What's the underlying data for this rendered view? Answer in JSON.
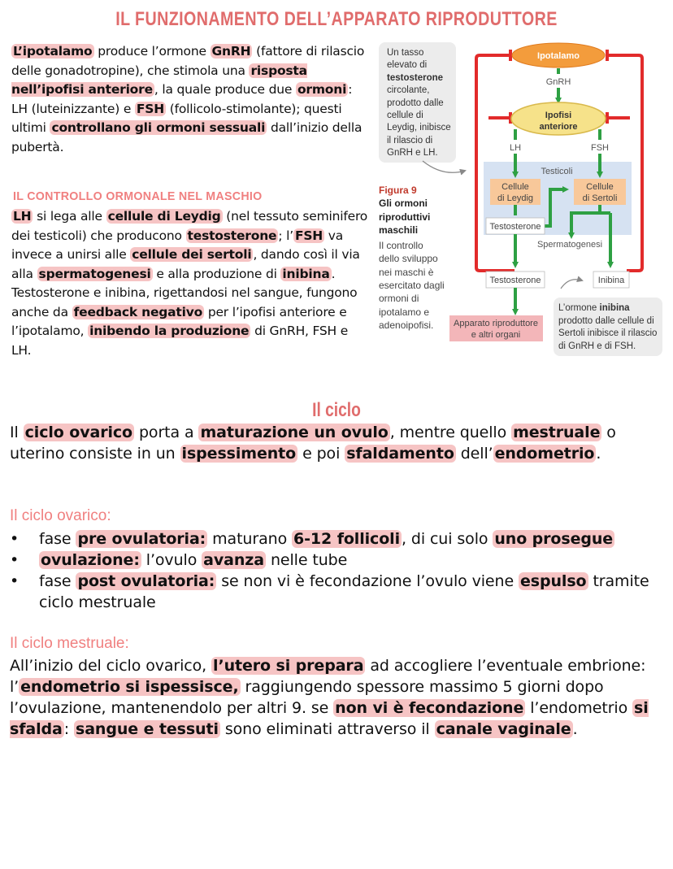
{
  "title": "IL FUNZIONAMENTO DELL’APPARATO RIPRODUTTORE",
  "intro": {
    "t1": "L’ipotalamo",
    "t2": " produce l’ormone ",
    "t3": "GnRH",
    "t4": " (fattore di rilascio delle gonadotropine), che stimola una ",
    "t5": "risposta nell’ipofisi anteriore",
    "t6": ", la quale produce due ",
    "t7": "ormoni",
    "t8": ": LH (luteinizzante) e ",
    "t9": "FSH",
    "t10": " (follicolo-stimolante); questi ultimi ",
    "t11": "controllano gli ormoni sessuali",
    "t12": " dall’inizio della pubertà."
  },
  "male": {
    "heading": "IL CONTROLLO ORMONALE NEL MASCHIO",
    "t1": "LH",
    "t2": " si lega alle ",
    "t3": "cellule di Leydig",
    "t4": " (nel tessuto seminifero dei testicoli) che producono ",
    "t5": "testosterone",
    "t6": "; l’",
    "t7": "FSH",
    "t8": " va invece a unirsi alle ",
    "t9": "cellule dei sertoli",
    "t10": ", dando così il via alla ",
    "t11": "spermatogenesi",
    "t12": " e alla produzione di ",
    "t13": "inibina",
    "t14": ". Testosterone e inibina, rigettandosi nel sangue, fungono anche da ",
    "t15": "feedback negativo",
    "t16": " per l’ipofisi anteriore e l’ipotalamo, ",
    "t17": "inibendo la produzione",
    "t18": " di GnRH, FSH e LH."
  },
  "diagram": {
    "callout_left": {
      "p1": "Un tasso elevato di ",
      "p2": "testosterone",
      "p3": " circolante, prodotto dalle cellule di Leydig, inibisce il rilascio di GnRH e LH."
    },
    "figure": {
      "number": "Figura 9",
      "title": "Gli ormoni riproduttivi maschili",
      "caption": "Il controllo dello sviluppo nei maschi è esercitato dagli ormoni di ipotalamo e adenoipofisi."
    },
    "nodes": {
      "ipotalamo": "Ipotalamo",
      "gnrh": "GnRH",
      "ipofisi_1": "Ipofisi",
      "ipofisi_2": "anteriore",
      "lh": "LH",
      "fsh": "FSH",
      "testicoli": "Testicoli",
      "leydig_1": "Cellule",
      "leydig_2": "di Leydig",
      "sertoli_1": "Cellule",
      "sertoli_2": "di Sertoli",
      "testosterone_inner": "Testosterone",
      "spermatogenesi": "Spermatogenesi",
      "testosterone_out": "Testosterone",
      "inibina": "Inibina",
      "apparato_1": "Apparato riproduttore",
      "apparato_2": "e altri organi"
    },
    "callout_right": {
      "p1": "L’ormone ",
      "p2": "inibina",
      "p3": " prodotto dalle cellule di Sertoli inibisce il rilascio di GnRH e di FSH."
    },
    "colors": {
      "orange": "#f39c3c",
      "yellow": "#f6e28a",
      "red": "#e22b2b",
      "green": "#2ea043",
      "blue_panel": "#d6e2f2",
      "cell": "#f8c89a",
      "pink_box": "#f3b6b9"
    }
  },
  "ciclo": {
    "heading": "Il ciclo",
    "p": {
      "t1": "Il ",
      "t2": "ciclo ovarico",
      "t3": " porta a ",
      "t4": "maturazione un ovulo",
      "t5": ", mentre quello ",
      "t6": "mestruale",
      "t7": " o uterino consiste in un ",
      "t8": "ispessimento",
      "t9": " e poi ",
      "t10": "sfaldamento",
      "t11": " dell’",
      "t12": "endometrio",
      "t13": "."
    },
    "ovarico_heading": "Il ciclo ovarico:",
    "bullets": [
      {
        "a": "fase ",
        "b": "pre ovulatoria:",
        "c": " maturano ",
        "d": "6-12 follicoli",
        "e": ", di cui solo ",
        "f": "uno prosegue",
        "g": ""
      },
      {
        "a": "",
        "b": "ovulazione:",
        "c": " l’ovulo ",
        "d": "avanza",
        "e": " nelle tube",
        "f": "",
        "g": ""
      },
      {
        "a": "fase ",
        "b": "post ovulatoria:",
        "c": " se non vi è fecondazione l’ovulo viene ",
        "d": "espulso",
        "e": " tramite ciclo mestruale",
        "f": "",
        "g": ""
      }
    ],
    "bullet_char": "•",
    "mestruale_heading": "Il ciclo mestruale:",
    "m": {
      "t1": "All’inizio del ciclo ovarico, ",
      "t2": "l’utero si prepara",
      "t3": " ad accogliere l’eventuale embrione: l’",
      "t4": "endometrio si ispessisce,",
      "t5": " raggiungendo spessore massimo 5 giorni dopo l’ovulazione, mantenendolo per altri 9. se ",
      "t6": "non vi è fecondazione",
      "t7": " l’endometrio ",
      "t8": "si sfalda",
      "t9": ": ",
      "t10": "sangue e tessuti",
      "t11": " sono eliminati attraverso il ",
      "t12": "canale vaginale",
      "t13": "."
    }
  }
}
